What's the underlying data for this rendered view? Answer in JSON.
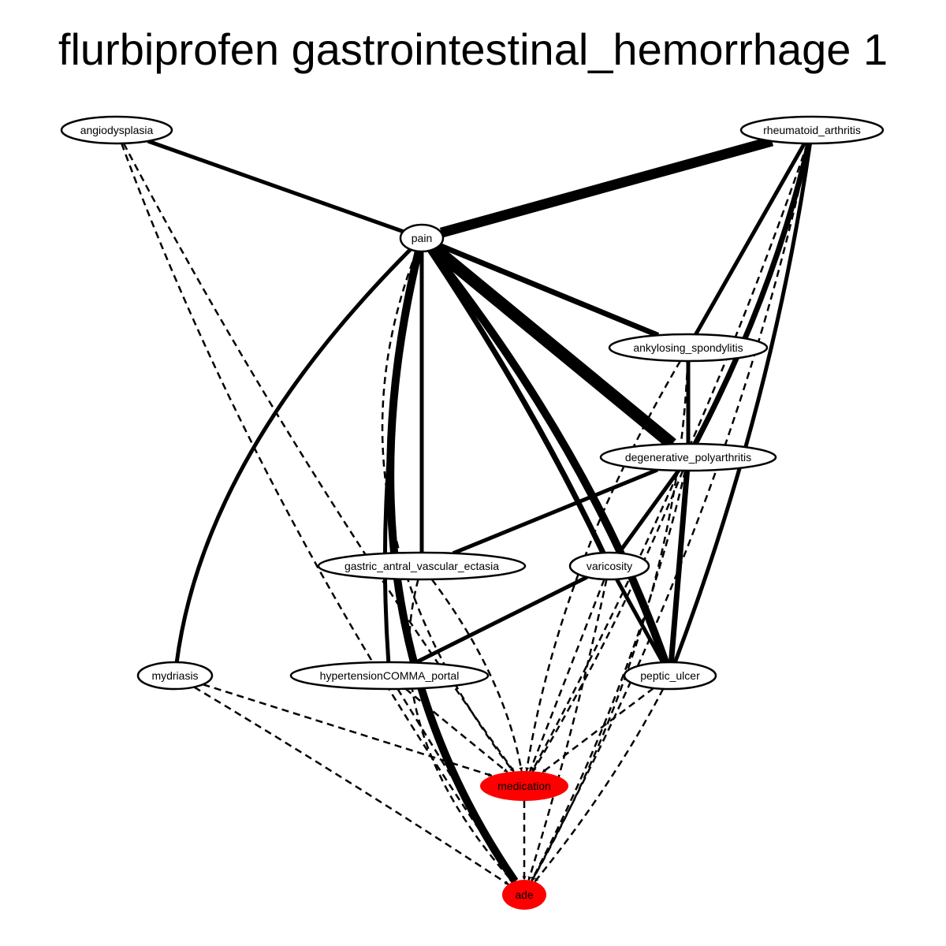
{
  "title": "flurbiprofen gastrointestinal_hemorrhage 1",
  "colors": {
    "highlight": "#ff0000",
    "default_fill": "#ffffff",
    "stroke": "#000000"
  },
  "nodes": [
    {
      "id": "angiodysplasia",
      "label": "angiodysplasia",
      "highlight": false
    },
    {
      "id": "rheumatoid_arthritis",
      "label": "rheumatoid_arthritis",
      "highlight": false
    },
    {
      "id": "pain",
      "label": "pain",
      "highlight": false
    },
    {
      "id": "ankylosing_spondylitis",
      "label": "ankylosing_spondylitis",
      "highlight": false
    },
    {
      "id": "degenerative_polyarthritis",
      "label": "degenerative_polyarthritis",
      "highlight": false
    },
    {
      "id": "gastric_antral_vascular_ectasia",
      "label": "gastric_antral_vascular_ectasia",
      "highlight": false
    },
    {
      "id": "varicosity",
      "label": "varicosity",
      "highlight": false
    },
    {
      "id": "mydriasis",
      "label": "mydriasis",
      "highlight": false
    },
    {
      "id": "hypertensionCOMMA_portal",
      "label": "hypertensionCOMMA_portal",
      "highlight": false
    },
    {
      "id": "peptic_ulcer",
      "label": "peptic_ulcer",
      "highlight": false
    },
    {
      "id": "medication",
      "label": "medication",
      "highlight": true
    },
    {
      "id": "ade",
      "label": "ade",
      "highlight": true
    }
  ],
  "edges": [
    {
      "from": "angiodysplasia",
      "to": "pain",
      "style": "solid",
      "weight": 2
    },
    {
      "from": "rheumatoid_arthritis",
      "to": "pain",
      "style": "solid",
      "weight": 5
    },
    {
      "from": "rheumatoid_arthritis",
      "to": "ankylosing_spondylitis",
      "style": "solid",
      "weight": 2
    },
    {
      "from": "rheumatoid_arthritis",
      "to": "degenerative_polyarthritis",
      "style": "solid",
      "weight": 3
    },
    {
      "from": "rheumatoid_arthritis",
      "to": "peptic_ulcer",
      "style": "solid",
      "weight": 2
    },
    {
      "from": "pain",
      "to": "ankylosing_spondylitis",
      "style": "solid",
      "weight": 3
    },
    {
      "from": "pain",
      "to": "degenerative_polyarthritis",
      "style": "solid",
      "weight": 6
    },
    {
      "from": "pain",
      "to": "gastric_antral_vascular_ectasia",
      "style": "solid",
      "weight": 2
    },
    {
      "from": "pain",
      "to": "varicosity",
      "style": "solid",
      "weight": 3
    },
    {
      "from": "pain",
      "to": "peptic_ulcer",
      "style": "solid",
      "weight": 4
    },
    {
      "from": "pain",
      "to": "mydriasis",
      "style": "solid",
      "weight": 2
    },
    {
      "from": "pain",
      "to": "hypertensionCOMMA_portal",
      "style": "solid",
      "weight": 2
    },
    {
      "from": "pain",
      "to": "ade",
      "style": "solid",
      "weight": 4
    },
    {
      "from": "ankylosing_spondylitis",
      "to": "degenerative_polyarthritis",
      "style": "solid",
      "weight": 2
    },
    {
      "from": "degenerative_polyarthritis",
      "to": "gastric_antral_vascular_ectasia",
      "style": "solid",
      "weight": 2
    },
    {
      "from": "degenerative_polyarthritis",
      "to": "varicosity",
      "style": "solid",
      "weight": 2
    },
    {
      "from": "degenerative_polyarthritis",
      "to": "peptic_ulcer",
      "style": "solid",
      "weight": 3
    },
    {
      "from": "varicosity",
      "to": "hypertensionCOMMA_portal",
      "style": "solid",
      "weight": 2
    },
    {
      "from": "varicosity",
      "to": "peptic_ulcer",
      "style": "solid",
      "weight": 2
    },
    {
      "from": "angiodysplasia",
      "to": "medication",
      "style": "dashed",
      "weight": 1
    },
    {
      "from": "angiodysplasia",
      "to": "ade",
      "style": "dashed",
      "weight": 1
    },
    {
      "from": "rheumatoid_arthritis",
      "to": "medication",
      "style": "dashed",
      "weight": 1
    },
    {
      "from": "rheumatoid_arthritis",
      "to": "ade",
      "style": "dashed",
      "weight": 1
    },
    {
      "from": "pain",
      "to": "medication",
      "style": "dashed",
      "weight": 1
    },
    {
      "from": "ankylosing_spondylitis",
      "to": "medication",
      "style": "dashed",
      "weight": 1
    },
    {
      "from": "ankylosing_spondylitis",
      "to": "ade",
      "style": "dashed",
      "weight": 1
    },
    {
      "from": "degenerative_polyarthritis",
      "to": "medication",
      "style": "dashed",
      "weight": 1
    },
    {
      "from": "degenerative_polyarthritis",
      "to": "ade",
      "style": "dashed",
      "weight": 1
    },
    {
      "from": "gastric_antral_vascular_ectasia",
      "to": "medication",
      "style": "dashed",
      "weight": 1
    },
    {
      "from": "gastric_antral_vascular_ectasia",
      "to": "ade",
      "style": "dashed",
      "weight": 1
    },
    {
      "from": "varicosity",
      "to": "medication",
      "style": "dashed",
      "weight": 1
    },
    {
      "from": "varicosity",
      "to": "ade",
      "style": "dashed",
      "weight": 1
    },
    {
      "from": "mydriasis",
      "to": "medication",
      "style": "dashed",
      "weight": 1
    },
    {
      "from": "mydriasis",
      "to": "ade",
      "style": "dashed",
      "weight": 1
    },
    {
      "from": "hypertensionCOMMA_portal",
      "to": "medication",
      "style": "dashed",
      "weight": 1
    },
    {
      "from": "hypertensionCOMMA_portal",
      "to": "ade",
      "style": "dashed",
      "weight": 1
    },
    {
      "from": "peptic_ulcer",
      "to": "medication",
      "style": "dashed",
      "weight": 1
    },
    {
      "from": "peptic_ulcer",
      "to": "ade",
      "style": "dashed",
      "weight": 1
    },
    {
      "from": "medication",
      "to": "ade",
      "style": "dashed",
      "weight": 1
    }
  ]
}
